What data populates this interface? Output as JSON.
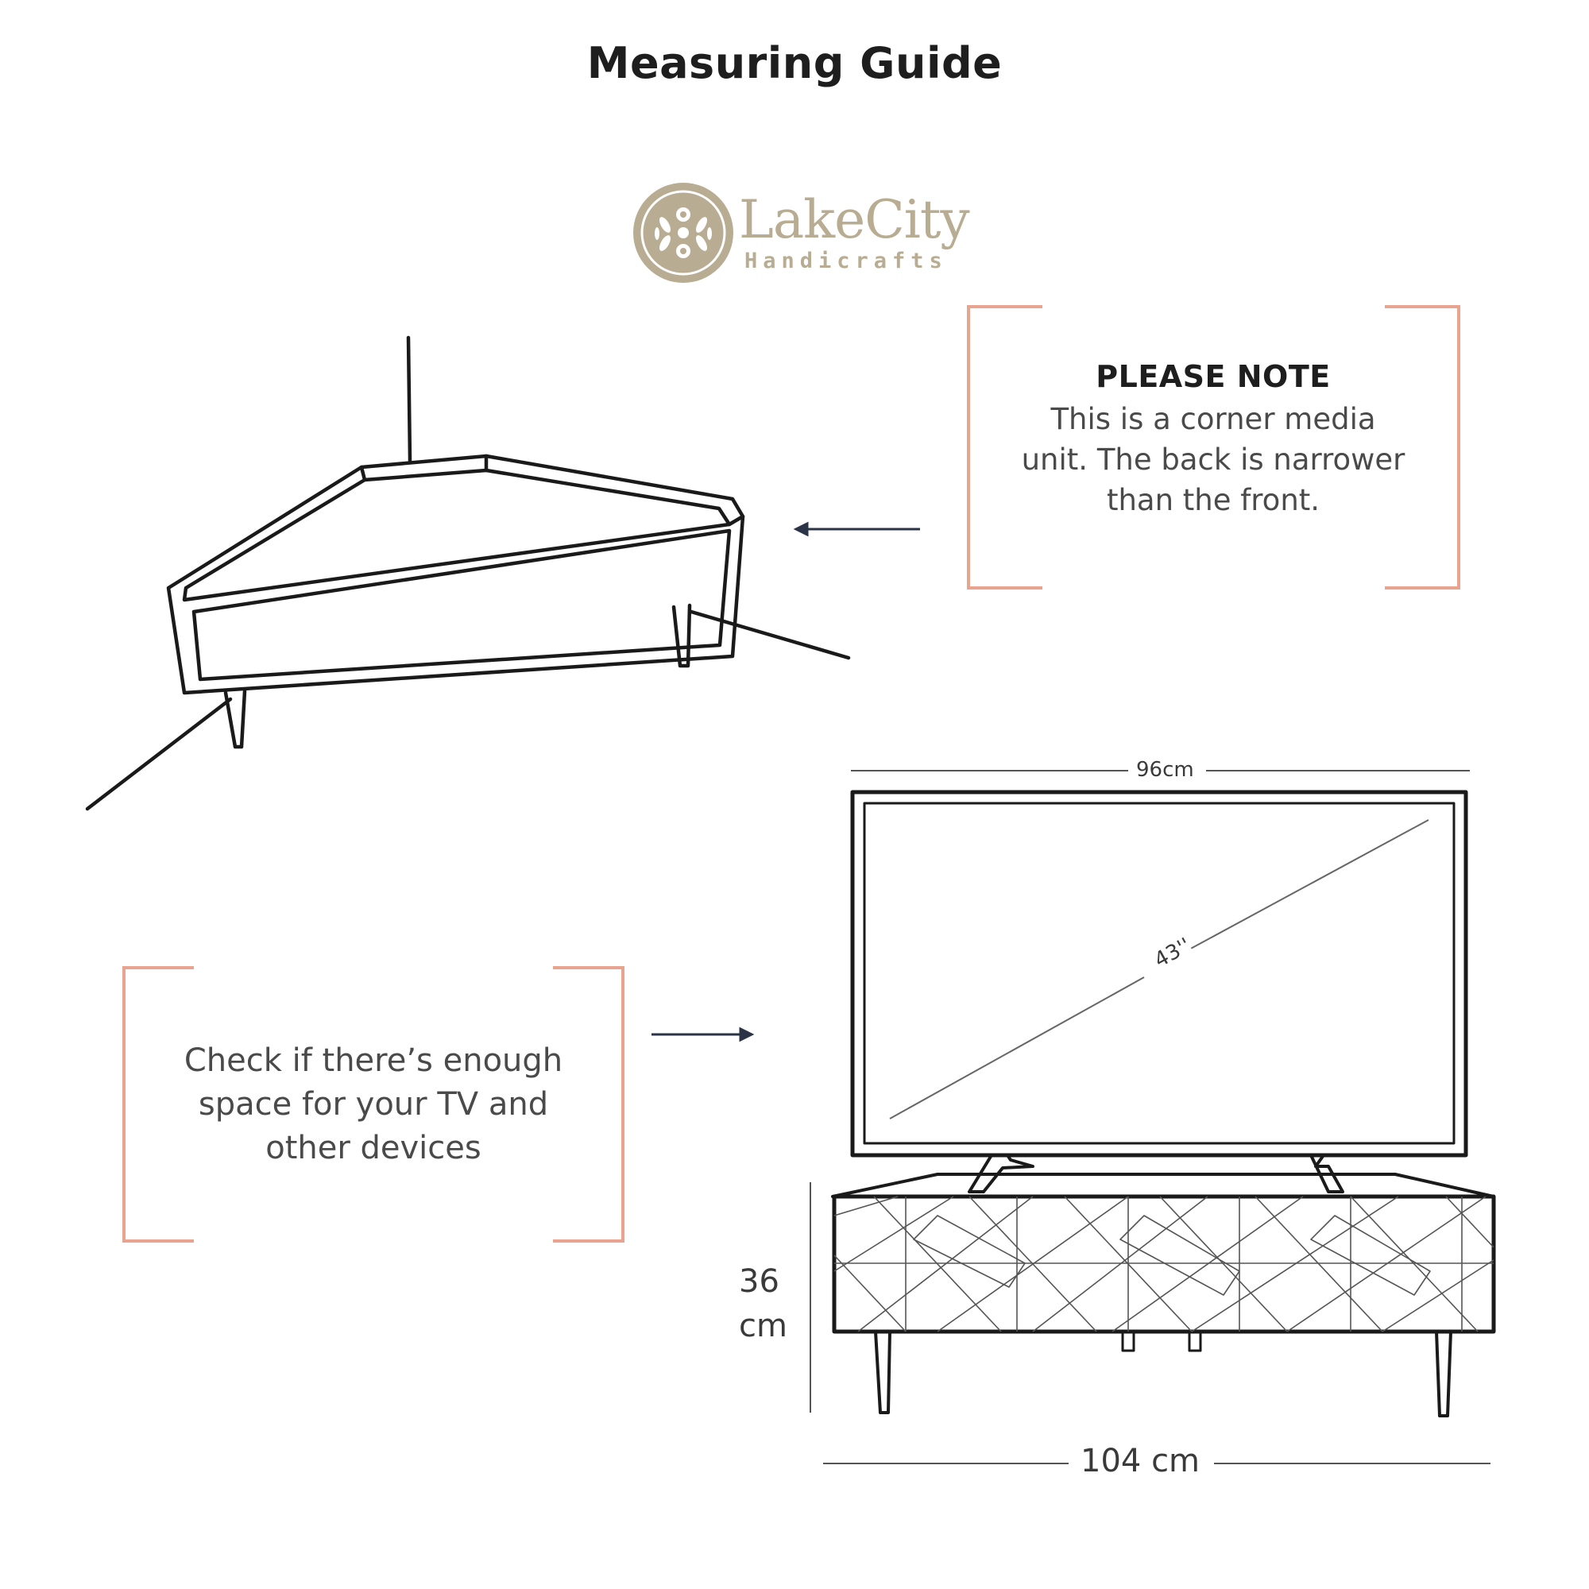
{
  "title": "Measuring Guide",
  "logo": {
    "name": "LakeCity",
    "subtitle": "Handicrafts",
    "color": "#b8ad92"
  },
  "note": {
    "heading": "PLEASE NOTE",
    "lines": [
      "This is a corner media",
      "unit. The back is narrower",
      "than the front."
    ]
  },
  "check": {
    "lines": [
      "Check if there’s enough",
      "space for your TV and",
      "other devices"
    ]
  },
  "dimensions": {
    "tv_width": "96cm",
    "tv_diagonal": "43''",
    "unit_height_value": "36",
    "unit_height_unit": "cm",
    "unit_width": "104 cm"
  },
  "colors": {
    "bracket": "#e9a48f",
    "arrow": "#2b3347",
    "line": "#1a1a1a",
    "dimension_line": "#555555"
  }
}
